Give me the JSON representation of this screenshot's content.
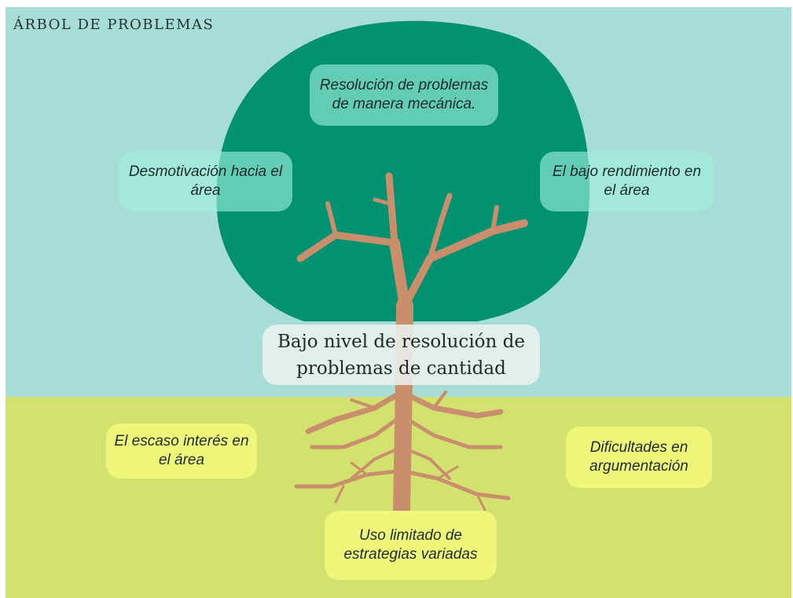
{
  "title": "ÁRBOL DE PROBLEMAS",
  "colors": {
    "sky": "#a6ddd6",
    "ground": "#d3e26e",
    "canopy": "#029271",
    "trunk": "#c98f6d",
    "effect_box": "#a0f0de",
    "cause_box": "#eef77a",
    "core_box": "#e9f2ef"
  },
  "effects": {
    "top": "Resolución de problemas de manera mecánica.",
    "left": "Desmotivación hacia el área",
    "right": "El bajo rendimiento en el área"
  },
  "core_problem": "Bajo nivel de resolución de problemas de cantidad",
  "causes": {
    "left": "El escaso interés en el área",
    "right": "Dificultades en argumentación",
    "bottom": "Uso limitado de estrategias variadas"
  }
}
